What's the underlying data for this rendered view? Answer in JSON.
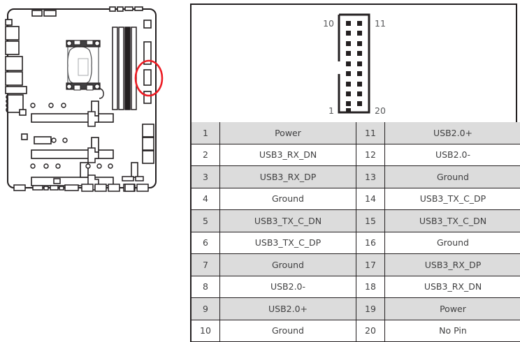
{
  "board": {
    "alt": "motherboard-layout-diagram",
    "highlight": {
      "name": "usb3-header-highlight",
      "color": "#ed1c24",
      "shape": "ellipse"
    },
    "components": {
      "cpu_socket": "cpu-socket",
      "dimm_slots": "memory-dimm-slots",
      "pcie_slots": "pcie-expansion-slots",
      "rear_io": "rear-io-panel",
      "m2_slots": "m2-storage-slots"
    }
  },
  "connector": {
    "name": "usb3-20pin-header",
    "rows": 10,
    "columns": 2,
    "labels": {
      "top_left": "10",
      "top_right": "11",
      "bottom_left": "1",
      "bottom_right": "20"
    },
    "missing_pin": "20",
    "has_key_notch": true,
    "pin_color": "#231f20",
    "outline_color": "#231f20",
    "label_color": "#58595b"
  },
  "pin_table": {
    "columns": [
      "pin",
      "signal",
      "pin",
      "signal"
    ],
    "row_shading": [
      "shaded",
      "plain",
      "shaded",
      "plain",
      "shaded",
      "plain",
      "shaded",
      "plain",
      "shaded",
      "plain"
    ],
    "shade_color": "#dcdcdc",
    "rows": [
      {
        "left_pin": "1",
        "left_name": "Power",
        "right_pin": "11",
        "right_name": "USB2.0+"
      },
      {
        "left_pin": "2",
        "left_name": "USB3_RX_DN",
        "right_pin": "12",
        "right_name": "USB2.0-"
      },
      {
        "left_pin": "3",
        "left_name": "USB3_RX_DP",
        "right_pin": "13",
        "right_name": "Ground"
      },
      {
        "left_pin": "4",
        "left_name": "Ground",
        "right_pin": "14",
        "right_name": "USB3_TX_C_DP"
      },
      {
        "left_pin": "5",
        "left_name": "USB3_TX_C_DN",
        "right_pin": "15",
        "right_name": "USB3_TX_C_DN"
      },
      {
        "left_pin": "6",
        "left_name": "USB3_TX_C_DP",
        "right_pin": "16",
        "right_name": "Ground"
      },
      {
        "left_pin": "7",
        "left_name": "Ground",
        "right_pin": "17",
        "right_name": "USB3_RX_DP"
      },
      {
        "left_pin": "8",
        "left_name": "USB2.0-",
        "right_pin": "18",
        "right_name": "USB3_RX_DN"
      },
      {
        "left_pin": "9",
        "left_name": "USB2.0+",
        "right_pin": "19",
        "right_name": "Power"
      },
      {
        "left_pin": "10",
        "left_name": "Ground",
        "right_pin": "20",
        "right_name": "No Pin"
      }
    ]
  }
}
